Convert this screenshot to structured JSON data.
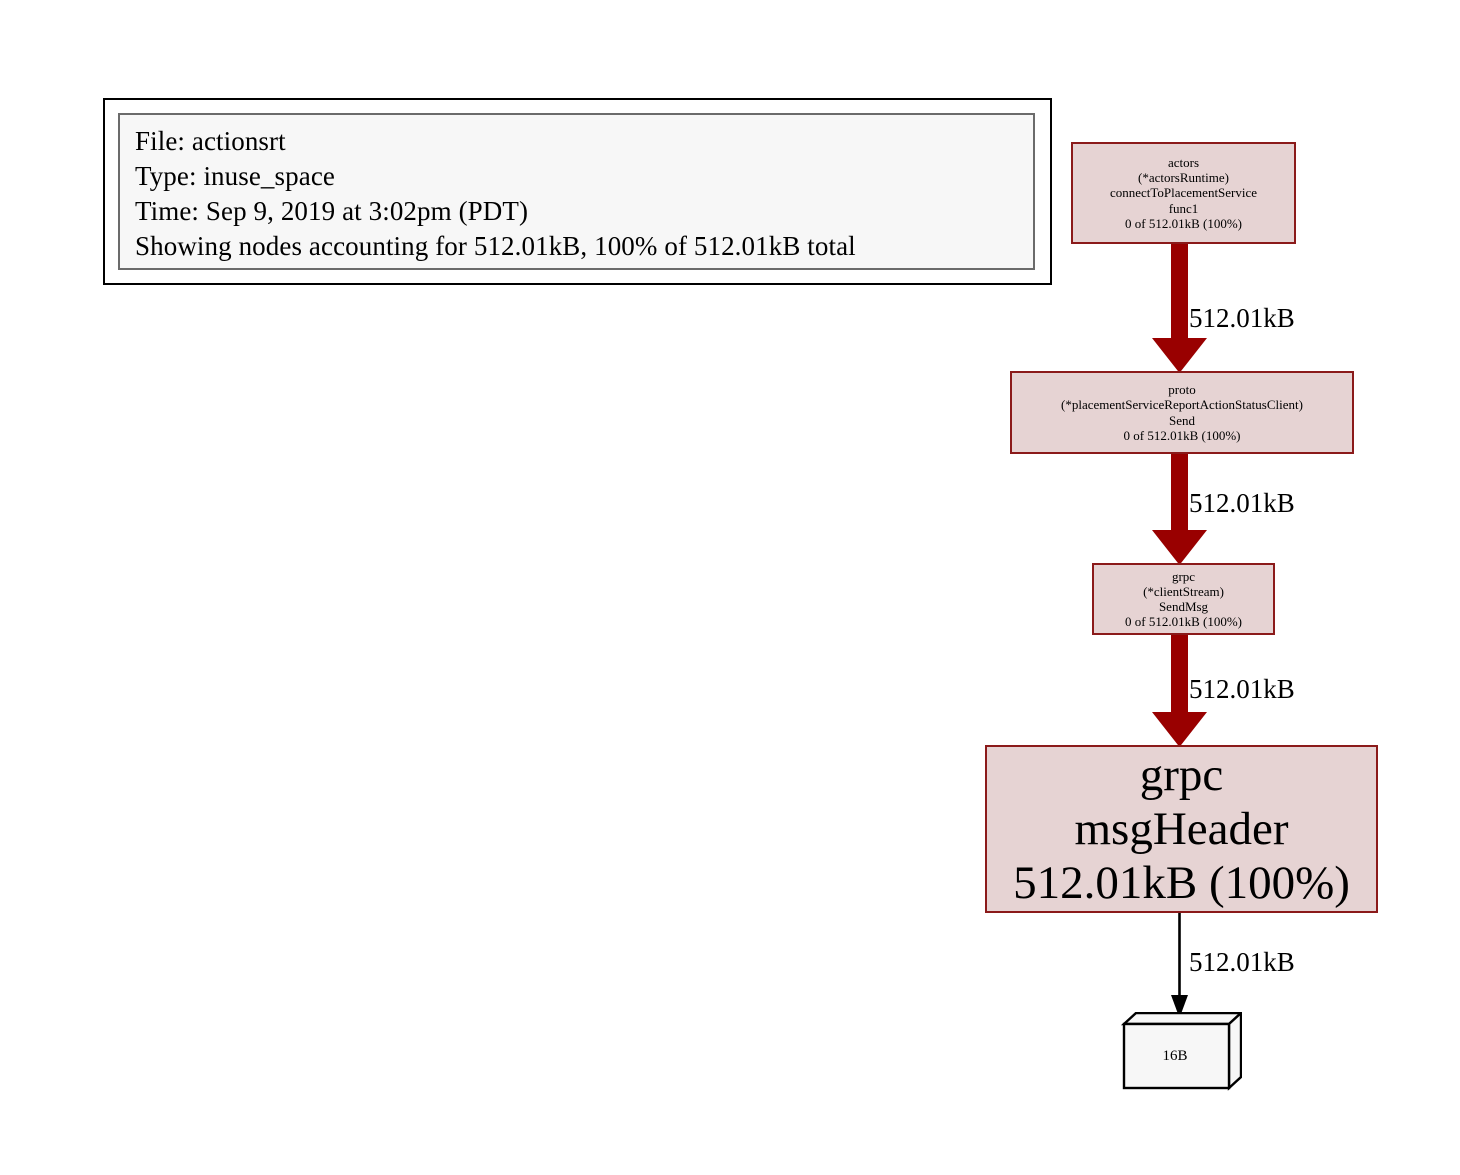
{
  "legend": {
    "lines": [
      "File: actionsrt",
      "Type: inuse_space",
      "Time: Sep 9, 2019 at 3:02pm (PDT)",
      "Showing nodes accounting for 512.01kB, 100% of 512.01kB total"
    ]
  },
  "colors": {
    "node_fill": "#e6d3d3",
    "node_border": "#8b1a1a",
    "edge_hot": "#990000",
    "edge_cold": "#000000",
    "legend_fill": "#f7f7f7",
    "background": "#ffffff"
  },
  "graph": {
    "type": "call-graph",
    "nodes": [
      {
        "id": "actors-connectToPlacementService",
        "shape": "box",
        "lines": [
          "actors",
          "(*actorsRuntime)",
          "connectToPlacementService",
          "func1",
          "0 of 512.01kB (100%)"
        ],
        "package": "actors",
        "receiver": "(*actorsRuntime)",
        "function": "connectToPlacementService",
        "detail": "func1",
        "value_text": "0 of 512.01kB (100%)",
        "flat": "0",
        "cum": "512.01kB",
        "cum_percent": "100%"
      },
      {
        "id": "proto-Send",
        "shape": "box",
        "lines": [
          "proto",
          "(*placementServiceReportActionStatusClient)",
          "Send",
          "0 of 512.01kB (100%)"
        ],
        "package": "proto",
        "receiver": "(*placementServiceReportActionStatusClient)",
        "function": "Send",
        "value_text": "0 of 512.01kB (100%)",
        "flat": "0",
        "cum": "512.01kB",
        "cum_percent": "100%"
      },
      {
        "id": "grpc-SendMsg",
        "shape": "box",
        "lines": [
          "grpc",
          "(*clientStream)",
          "SendMsg",
          "0 of 512.01kB (100%)"
        ],
        "package": "grpc",
        "receiver": "(*clientStream)",
        "function": "SendMsg",
        "value_text": "0 of 512.01kB (100%)",
        "flat": "0",
        "cum": "512.01kB",
        "cum_percent": "100%"
      },
      {
        "id": "grpc-msgHeader",
        "shape": "box",
        "lines": [
          "grpc",
          "msgHeader",
          "512.01kB (100%)"
        ],
        "package": "grpc",
        "function": "msgHeader",
        "value_text": "512.01kB (100%)",
        "flat": "512.01kB",
        "cum": "512.01kB",
        "cum_percent": "100%"
      },
      {
        "id": "leaf-16B",
        "shape": "box3d",
        "lines": [
          "16B"
        ],
        "value_text": "16B"
      }
    ],
    "edges": [
      {
        "from": "actors-connectToPlacementService",
        "to": "proto-Send",
        "label": "512.01kB",
        "weight": "heavy",
        "color": "#990000"
      },
      {
        "from": "proto-Send",
        "to": "grpc-SendMsg",
        "label": "512.01kB",
        "weight": "heavy",
        "color": "#990000"
      },
      {
        "from": "grpc-SendMsg",
        "to": "grpc-msgHeader",
        "label": "512.01kB",
        "weight": "heavy",
        "color": "#990000"
      },
      {
        "from": "grpc-msgHeader",
        "to": "leaf-16B",
        "label": "512.01kB",
        "weight": "light",
        "color": "#000000"
      }
    ]
  }
}
